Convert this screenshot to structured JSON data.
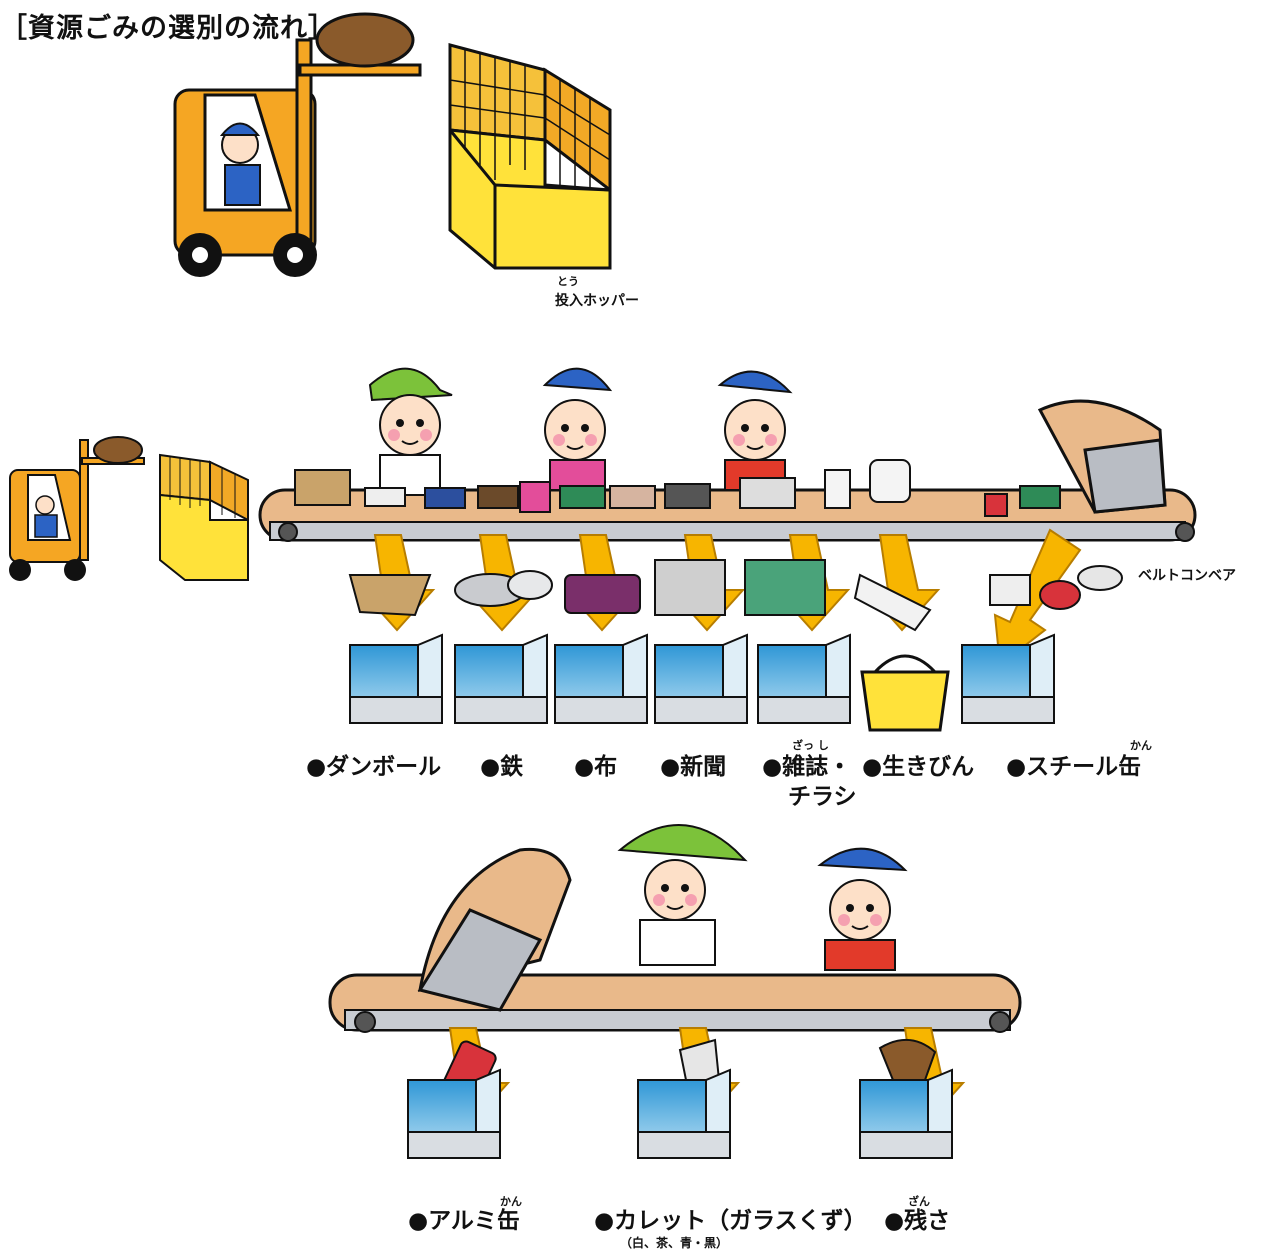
{
  "title": "［資源ごみの選別の流れ］",
  "hopper": {
    "label": "投入ホッパー",
    "ruby": "とう"
  },
  "conveyor_label": "ベルトコンベア",
  "stage1_items": [
    {
      "label": "●ダンボール"
    },
    {
      "label": "●鉄"
    },
    {
      "label": "●布"
    },
    {
      "label": "●新聞"
    },
    {
      "label": "●雑誌・",
      "label2": "チラシ",
      "ruby": "ざっ し"
    },
    {
      "label": "●生きびん"
    },
    {
      "label": "●スチール缶",
      "ruby": "かん"
    }
  ],
  "stage2_items": [
    {
      "label": "●アルミ缶",
      "ruby": "かん"
    },
    {
      "label": "●カレット（ガラスくず）",
      "note": "（白、茶、青・黒）"
    },
    {
      "label": "●残さ",
      "ruby": "ざん"
    }
  ],
  "colors": {
    "forklift": "#f5a623",
    "hopper": "#ffe23a",
    "belt": "#e9b98a",
    "arrow": "#f7b500",
    "bin_blue": "#3fa6e0",
    "cap_green": "#7cc23a",
    "cap_blue": "#2c63c4"
  }
}
